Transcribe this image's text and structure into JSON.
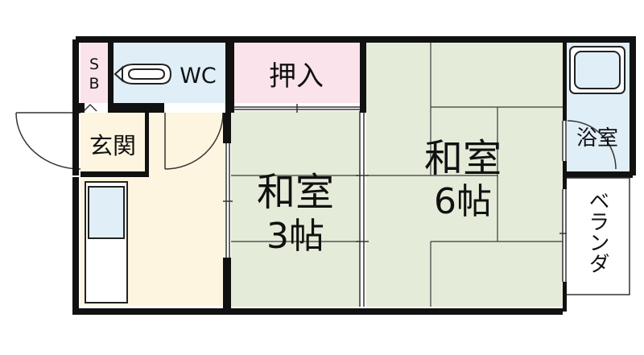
{
  "rooms": {
    "sb": {
      "line1": "S",
      "line2": "B"
    },
    "wc": {
      "label": "WC"
    },
    "oshiire": {
      "label": "押入"
    },
    "genkan": {
      "label": "玄関"
    },
    "washitsu3": {
      "name": "和室",
      "size": "3帖"
    },
    "washitsu6": {
      "name": "和室",
      "size": "6帖"
    },
    "bath": {
      "label": "浴室"
    },
    "veranda": {
      "label": "ベランダ"
    }
  },
  "colors": {
    "wall": "#111111",
    "tatami": "#e4ecd9",
    "tatami_line": "#3a3a3a",
    "oshiire": "#fbe3ec",
    "sb": "#fbe3ec",
    "wet_area": "#e0eef7",
    "kitchen_floor": "#fdf5e0",
    "genkan": "#fdf5e0",
    "background": "#ffffff"
  },
  "icons": {
    "toilet": "toilet-icon",
    "bathtub": "bathtub-icon",
    "sink": "kitchen-sink-icon",
    "door": "door-swing-icon"
  }
}
